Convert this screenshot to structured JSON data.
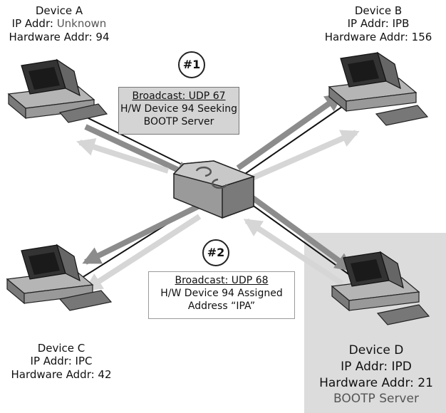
{
  "devices": {
    "a": {
      "name": "Device A",
      "ip_prefix": "IP Addr: ",
      "ip_value": "Unknown",
      "hw": "Hardware Addr: 94"
    },
    "b": {
      "name": "Device B",
      "ip": "IP Addr: IPB",
      "hw": "Hardware Addr: 156"
    },
    "c": {
      "name": "Device C",
      "ip": "IP Addr: IPC",
      "hw": "Hardware Addr: 42"
    },
    "d": {
      "name": "Device D",
      "ip": "IP Addr: IPD",
      "hw": "Hardware Addr: 21",
      "role": "BOOTP Server"
    }
  },
  "steps": {
    "one": {
      "marker": "#1",
      "heading": "Broadcast: UDP 67",
      "line1": "H/W Device 94 Seeking",
      "line2": "BOOTP Server"
    },
    "two": {
      "marker": "#2",
      "heading": "Broadcast: UDP 68",
      "line1": "H/W Device 94 Assigned",
      "line2": "Address “IPA”"
    }
  },
  "colors": {
    "request_arrow": "#8c8c8c",
    "reply_arrow": "#d6d6d6",
    "link": "#111111",
    "server_panel": "#dcdcdc",
    "box_one_fill": "#d4d4d4"
  }
}
